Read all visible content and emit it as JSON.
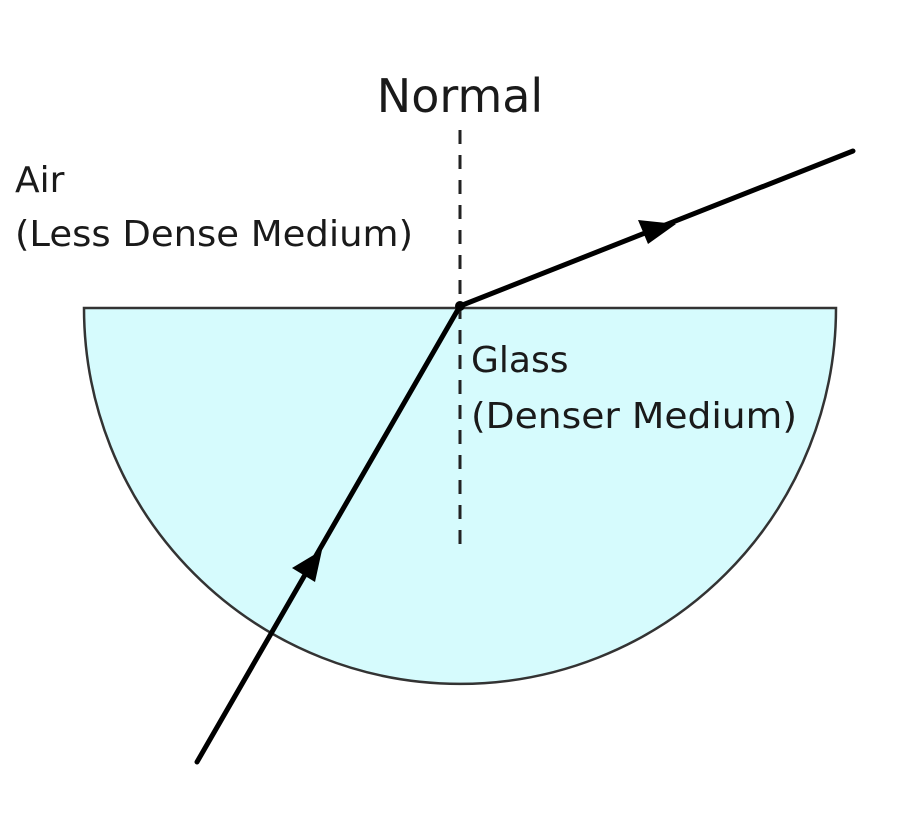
{
  "labels": {
    "normal": "Normal",
    "air_title": "Air",
    "air_subtitle": "(Less Dense Medium)",
    "glass_title": "Glass",
    "glass_subtitle": "(Denser Medium)"
  },
  "colors": {
    "glass_fill": "#d6fbfd",
    "outline": "#333333",
    "ray": "#000000",
    "normal_line": "#222222",
    "background": "#ffffff"
  }
}
